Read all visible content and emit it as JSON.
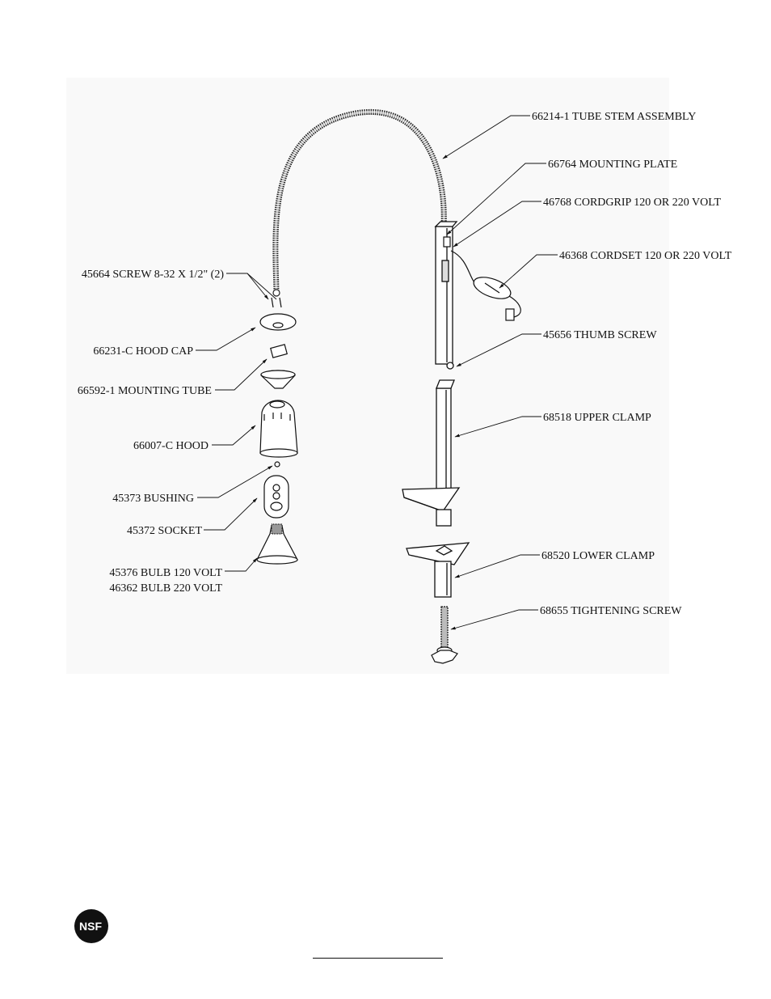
{
  "diagram": {
    "labels": {
      "tube_stem": "66214-1  TUBE STEM ASSEMBLY",
      "mounting_plate": "66764 MOUNTING PLATE",
      "cordgrip": "46768 CORDGRIP 120 OR 220 VOLT",
      "cordset": "46368 CORDSET 120 OR 220 VOLT",
      "thumb_screw": "45656 THUMB SCREW",
      "upper_clamp": "68518 UPPER CLAMP",
      "lower_clamp": "68520 LOWER CLAMP",
      "tightening_screw": "68655 TIGHTENING SCREW",
      "screw": "45664 SCREW 8-32 X 1/2\" (2)",
      "hood_cap": "66231-C HOOD CAP",
      "mounting_tube": "66592-1  MOUNTING TUBE",
      "hood": "66007-C HOOD",
      "bushing": "45373 BUSHING",
      "socket": "45372 SOCKET",
      "bulb_120": "45376 BULB 120 VOLT",
      "bulb_220": "46362 BULB 220 VOLT"
    }
  },
  "logo": {
    "text": "NSF"
  },
  "colors": {
    "ink": "#111111",
    "panel": "#f9f9f9",
    "background": "#ffffff"
  }
}
